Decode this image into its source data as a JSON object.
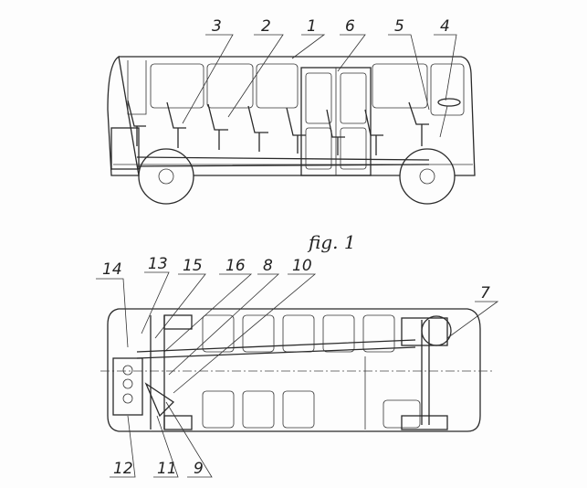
{
  "figure_caption": "fig. 1",
  "side_view_labels": [
    "3",
    "2",
    "1",
    "6",
    "5",
    "4"
  ],
  "plan_view_top_labels": [
    "14",
    "13",
    "15",
    "16",
    "8",
    "10"
  ],
  "plan_view_right_label": "7",
  "plan_view_bottom_labels": [
    "12",
    "11",
    "9"
  ]
}
